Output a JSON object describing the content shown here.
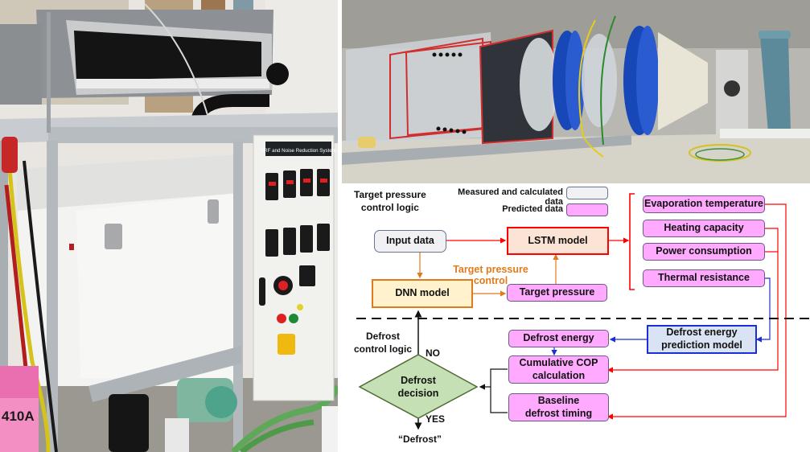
{
  "photos": {
    "left": {
      "description": "VRF and Noise Reduction System test rig",
      "panel_label": "VRF and Noise Reduction System",
      "refrigerant_box_label": "410A"
    },
    "right": {
      "description": "Wind tunnel test section with heat exchanger and fan"
    }
  },
  "diagram": {
    "section_top_label": "Target pressure\ncontrol logic",
    "section_top_line1": "Target pressure",
    "section_top_line2": "control logic",
    "section_bottom_line1": "Defrost",
    "section_bottom_line2": "control logic",
    "legend": [
      {
        "label": "Measured and calculated data",
        "color": "#f1f1f3"
      },
      {
        "label": "Predicted data",
        "color": "#ffaaff"
      }
    ],
    "nodes": {
      "input_data": "Input data",
      "lstm_model": "LSTM model",
      "dnn_model": "DNN model",
      "target_pressure": "Target pressure",
      "target_pressure_control_line1": "Target pressure",
      "target_pressure_control_line2": "control",
      "evaporation_temperature": "Evaporation temperature",
      "heating_capacity": "Heating capacity",
      "power_consumption": "Power consumption",
      "thermal_resistance": "Thermal resistance",
      "defrost_energy_prediction_model_line1": "Defrost energy",
      "defrost_energy_prediction_model_line2": "prediction model",
      "defrost_energy": "Defrost energy",
      "cumulative_cop_line1": "Cumulative COP",
      "cumulative_cop_line2": "calculation",
      "baseline_line1": "Baseline",
      "baseline_line2": "defrost timing",
      "decision_line1": "Defrost",
      "decision_line2": "decision",
      "no_label": "NO",
      "yes_label": "YES",
      "defrost_output": "“Defrost”"
    },
    "colors": {
      "red_flow": "#ff0000",
      "orange_flow": "#e07b1c",
      "blue_flow": "#1a2fd6",
      "black_flow": "#111111",
      "predicted_fill": "#ffaaff",
      "measured_fill": "#f1f1f3",
      "decision_fill": "#c5e0b4",
      "decision_border": "#4f6b32"
    }
  }
}
